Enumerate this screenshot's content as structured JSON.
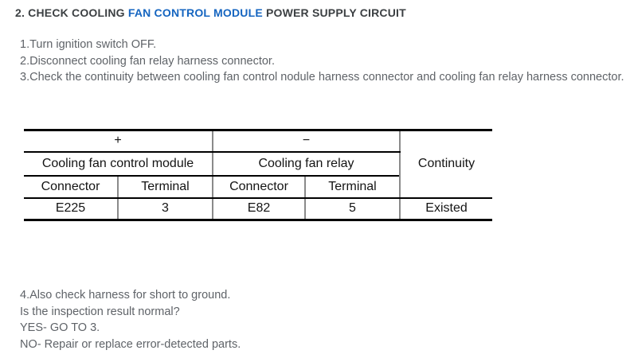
{
  "title": {
    "prefix": "2. CHECK COOLING ",
    "highlight": "FAN CONTROL MODULE",
    "suffix": " POWER SUPPLY CIRCUIT"
  },
  "colors": {
    "title_text": "#3c4043",
    "title_highlight": "#1565c0",
    "body_text": "#5f6368",
    "table_text": "#141414",
    "table_horizontal_border": "#000000",
    "table_vertical_border": "#8a8a8a",
    "background": "#ffffff"
  },
  "steps_top": [
    "1.Turn ignition switch OFF.",
    "2.Disconnect cooling fan relay harness connector.",
    "3.Check the continuity between cooling fan control nodule harness connector and cooling fan relay harness connector."
  ],
  "table": {
    "plus": "+",
    "minus": "−",
    "group_left": "Cooling fan control module",
    "group_right": "Cooling fan relay",
    "continuity": "Continuity",
    "col_headers": [
      "Connector",
      "Terminal",
      "Connector",
      "Terminal"
    ],
    "values": [
      "E225",
      "3",
      "E82",
      "5",
      "Existed"
    ]
  },
  "steps_bottom": [
    "4.Also check harness for short to ground.",
    "Is the inspection result normal?",
    "YES- GO TO 3.",
    "NO- Repair or replace error-detected parts."
  ]
}
